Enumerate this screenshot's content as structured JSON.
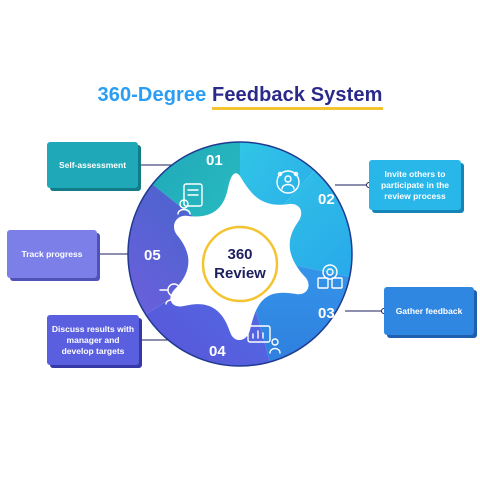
{
  "title": {
    "part1": "360-Degree",
    "part2": "Feedback System"
  },
  "center": {
    "line1": "360",
    "line2": "Review"
  },
  "steps": [
    {
      "number": "01",
      "label": "Self-assessment",
      "icon": "self-assessment-icon"
    },
    {
      "number": "02",
      "label": "Invite others to participate in the review process",
      "icon": "invite-people-icon"
    },
    {
      "number": "03",
      "label": "Gather feedback",
      "icon": "gather-feedback-icon"
    },
    {
      "number": "04",
      "label": "Discuss results with manager and develop targets",
      "icon": "discuss-results-icon"
    },
    {
      "number": "05",
      "label": "Track progress",
      "icon": "track-progress-icon"
    }
  ],
  "colors": {
    "title_light": "#2a9df4",
    "title_dark": "#2b2a8a",
    "underline": "#f4c430",
    "step1": "#1fa8b7",
    "step2": "#29b6e8",
    "step3": "#2f87e2",
    "step4": "#5a5fe0",
    "step5": "#7d7fe8",
    "center_ring": "#f4c430"
  }
}
